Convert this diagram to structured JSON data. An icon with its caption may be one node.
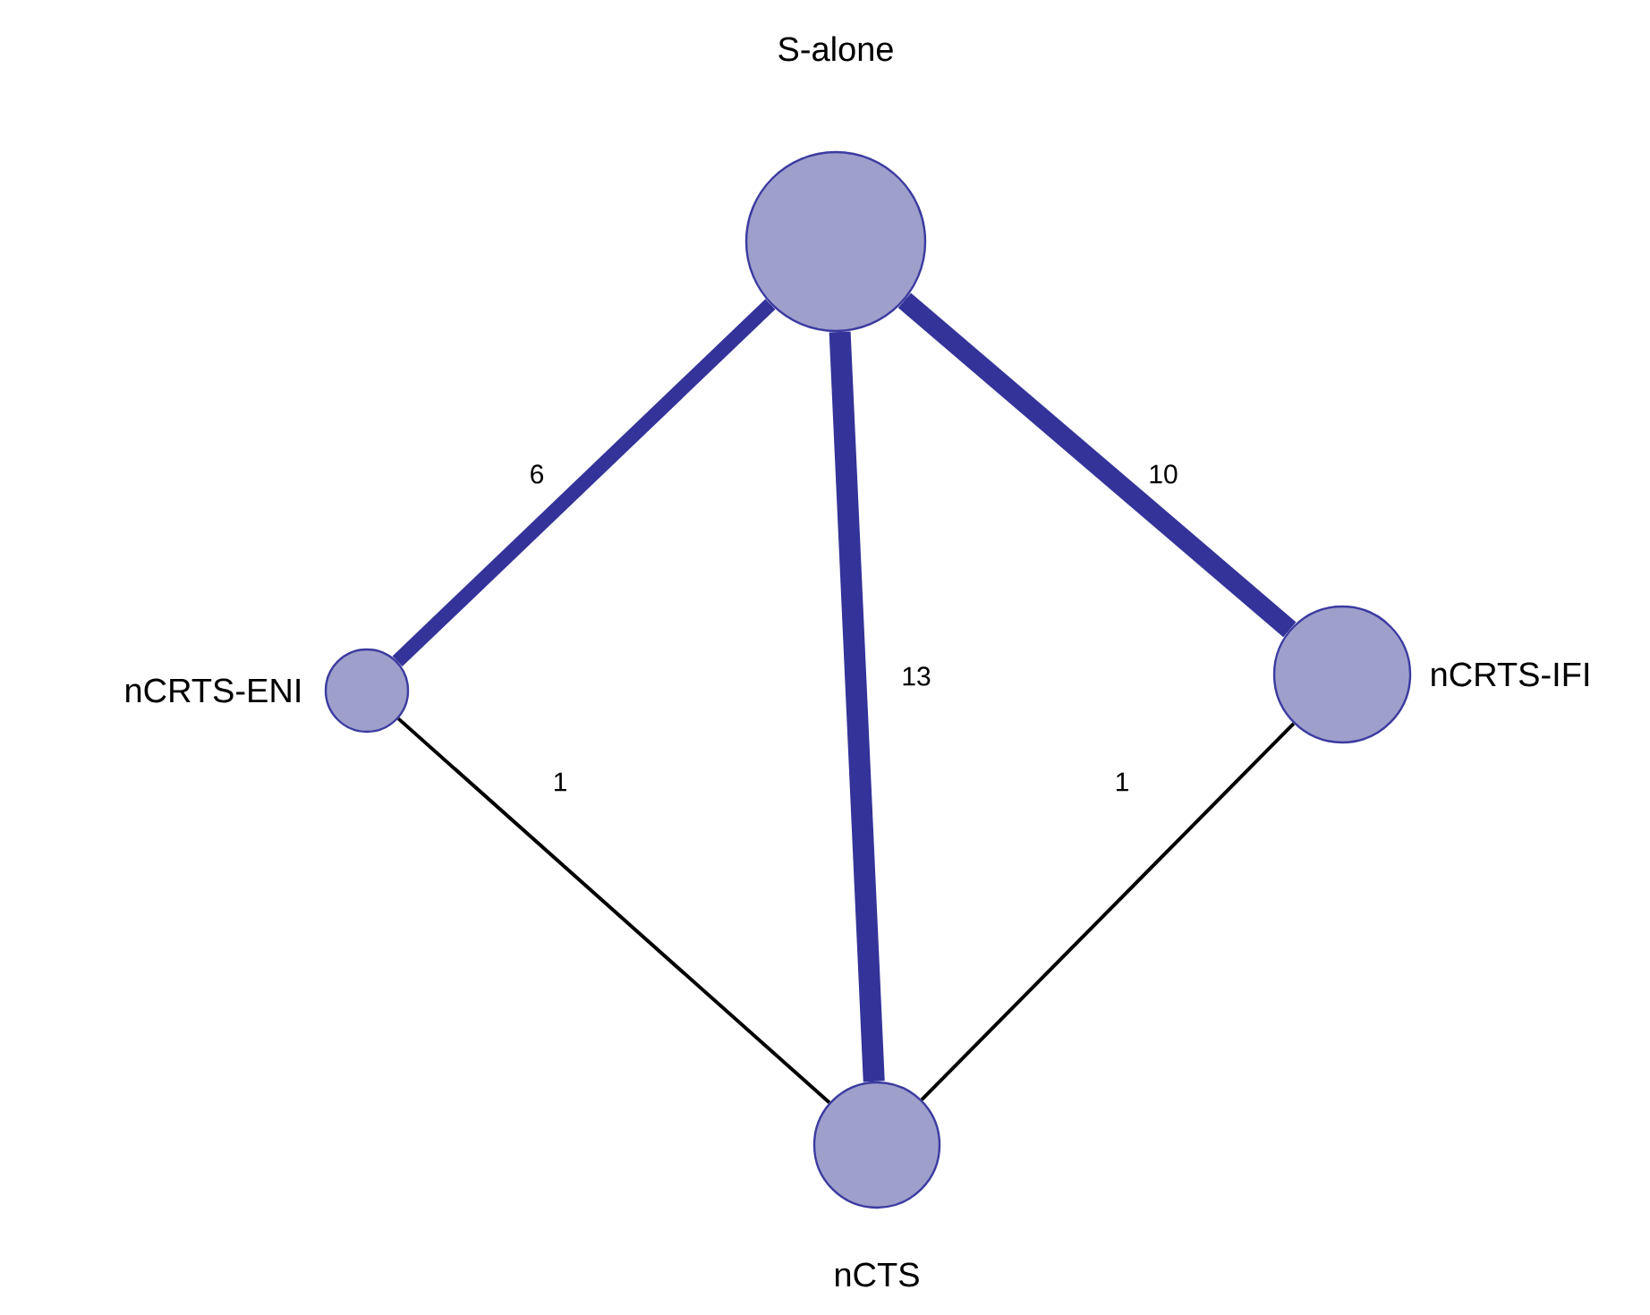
{
  "diagram": {
    "nodes": [
      {
        "text": [
          "S-alone"
        ]
      },
      {
        "text": [
          "nCRTS-ENI"
        ]
      },
      {
        "text": [
          "nCRTS-IFI"
        ]
      },
      {
        "text": [
          "nCTS"
        ]
      }
    ],
    "edges": [
      {
        "from": 0,
        "to": 1,
        "arrow": "none",
        "label": "6"
      },
      {
        "from": 0,
        "to": 3,
        "arrow": "none",
        "label": "13"
      },
      {
        "from": 0,
        "to": 2,
        "arrow": "none",
        "label": "10"
      },
      {
        "from": 1,
        "to": 3,
        "arrow": "none",
        "label": "1",
        "color": "#000000"
      },
      {
        "from": 2,
        "to": 3,
        "arrow": "none",
        "label": "1",
        "color": "#000000"
      }
    ]
  }
}
